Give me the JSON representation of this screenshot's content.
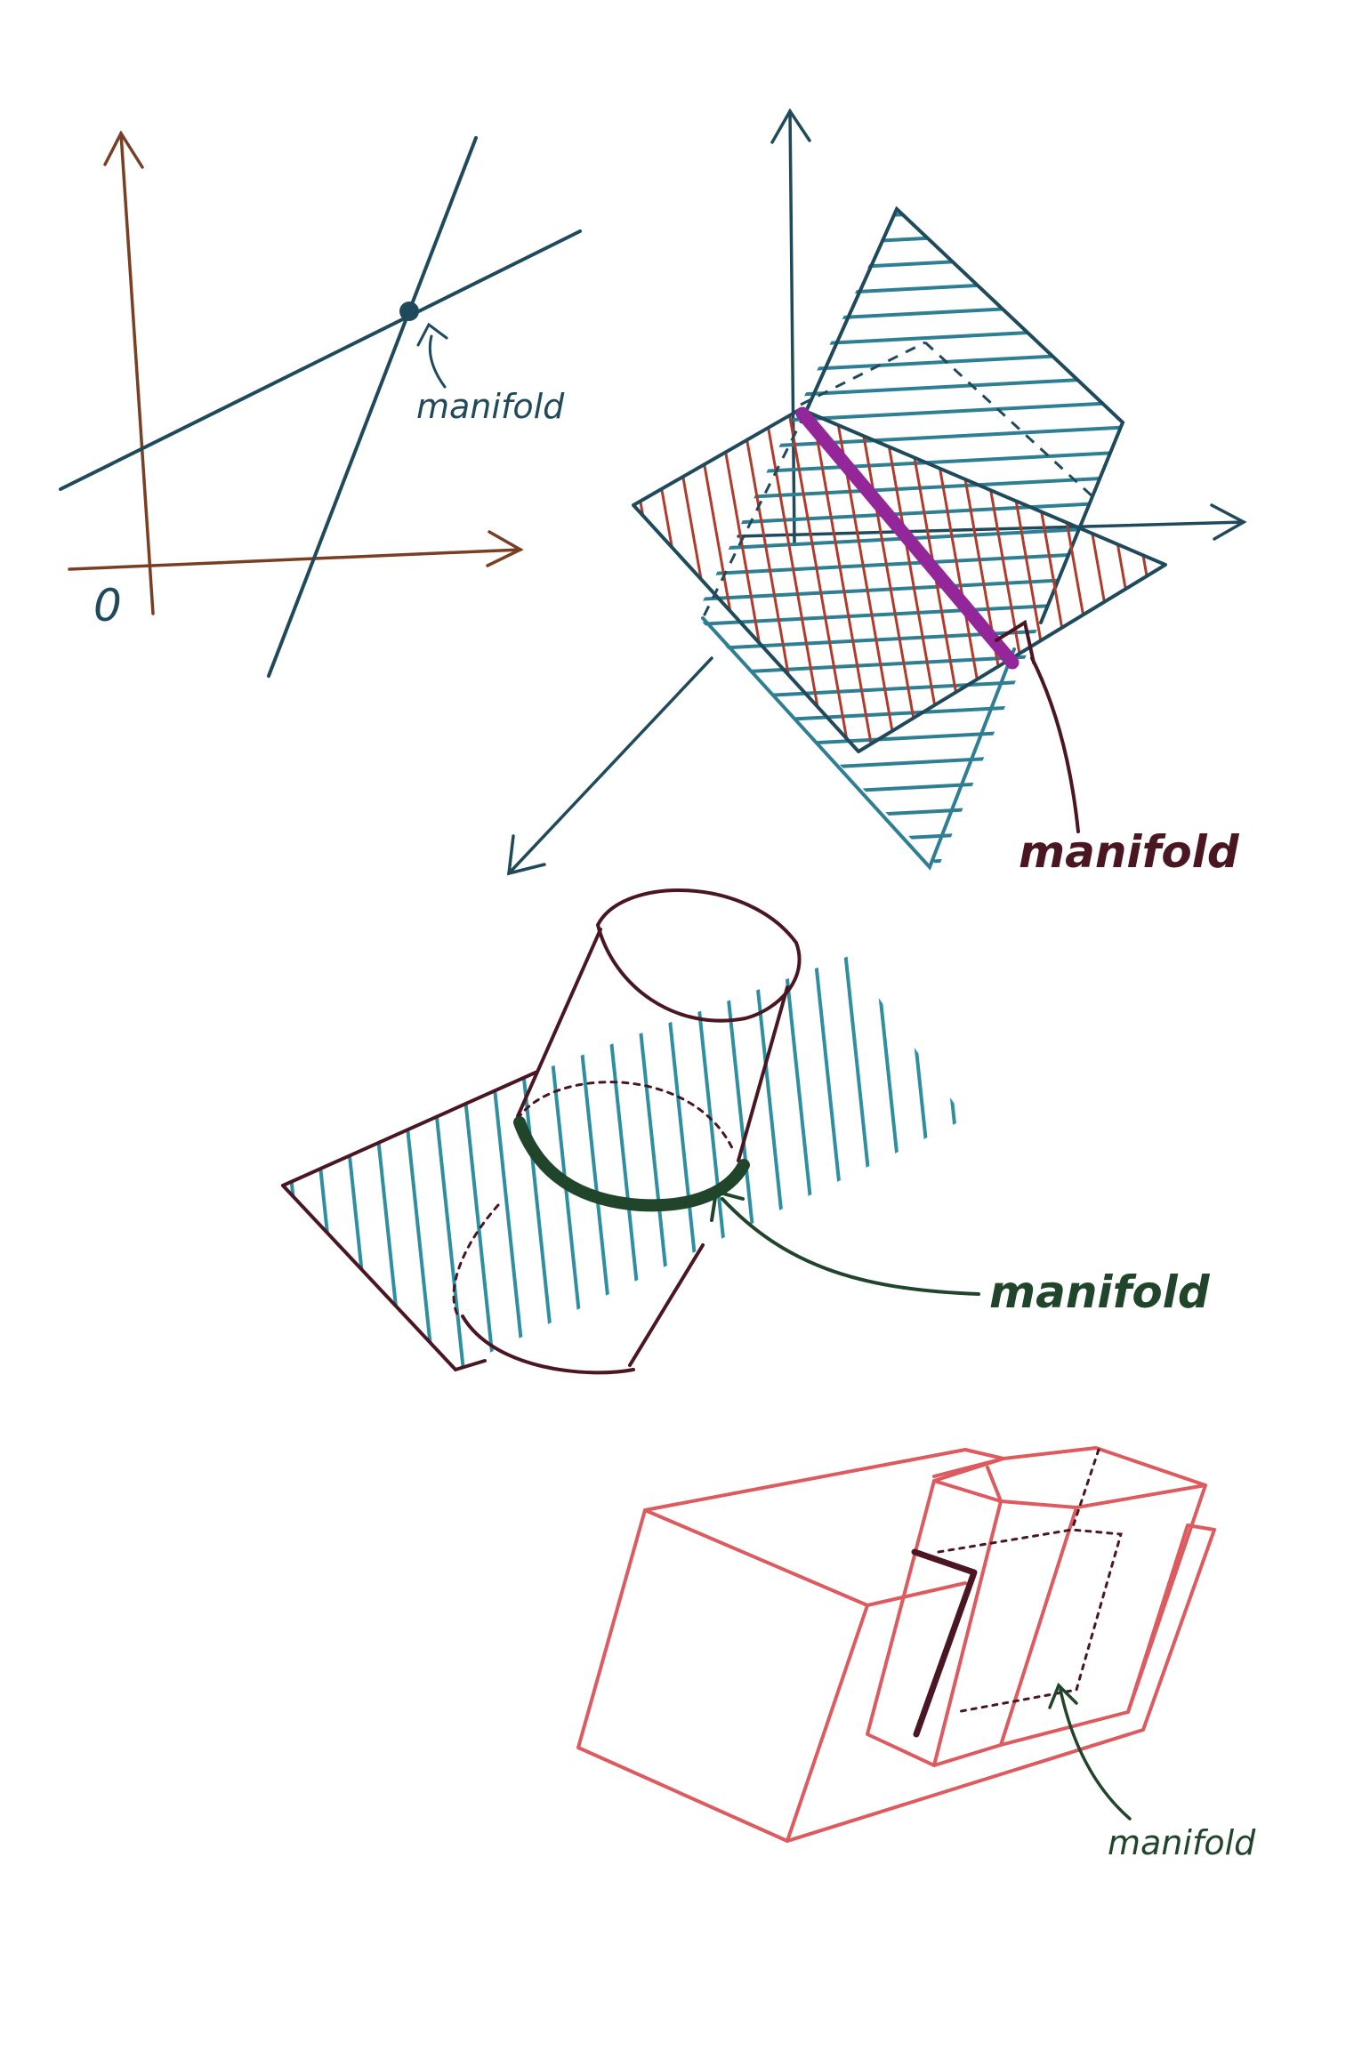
{
  "colors": {
    "ink_blue": "#1f4a5c",
    "axis_brown": "#7a3e22",
    "teal": "#2e7f93",
    "hatch_red": "#b23a2b",
    "purple": "#93279a",
    "dark_maroon": "#4a1622",
    "dark_green": "#20452a",
    "coral": "#dd5a5f"
  },
  "panels": {
    "two_lines": {
      "origin_label": "0",
      "label": "manifold"
    },
    "two_planes": {
      "label": "manifold"
    },
    "cylinder_plane": {
      "label": "manifold"
    },
    "box": {
      "label": "manifold"
    }
  }
}
